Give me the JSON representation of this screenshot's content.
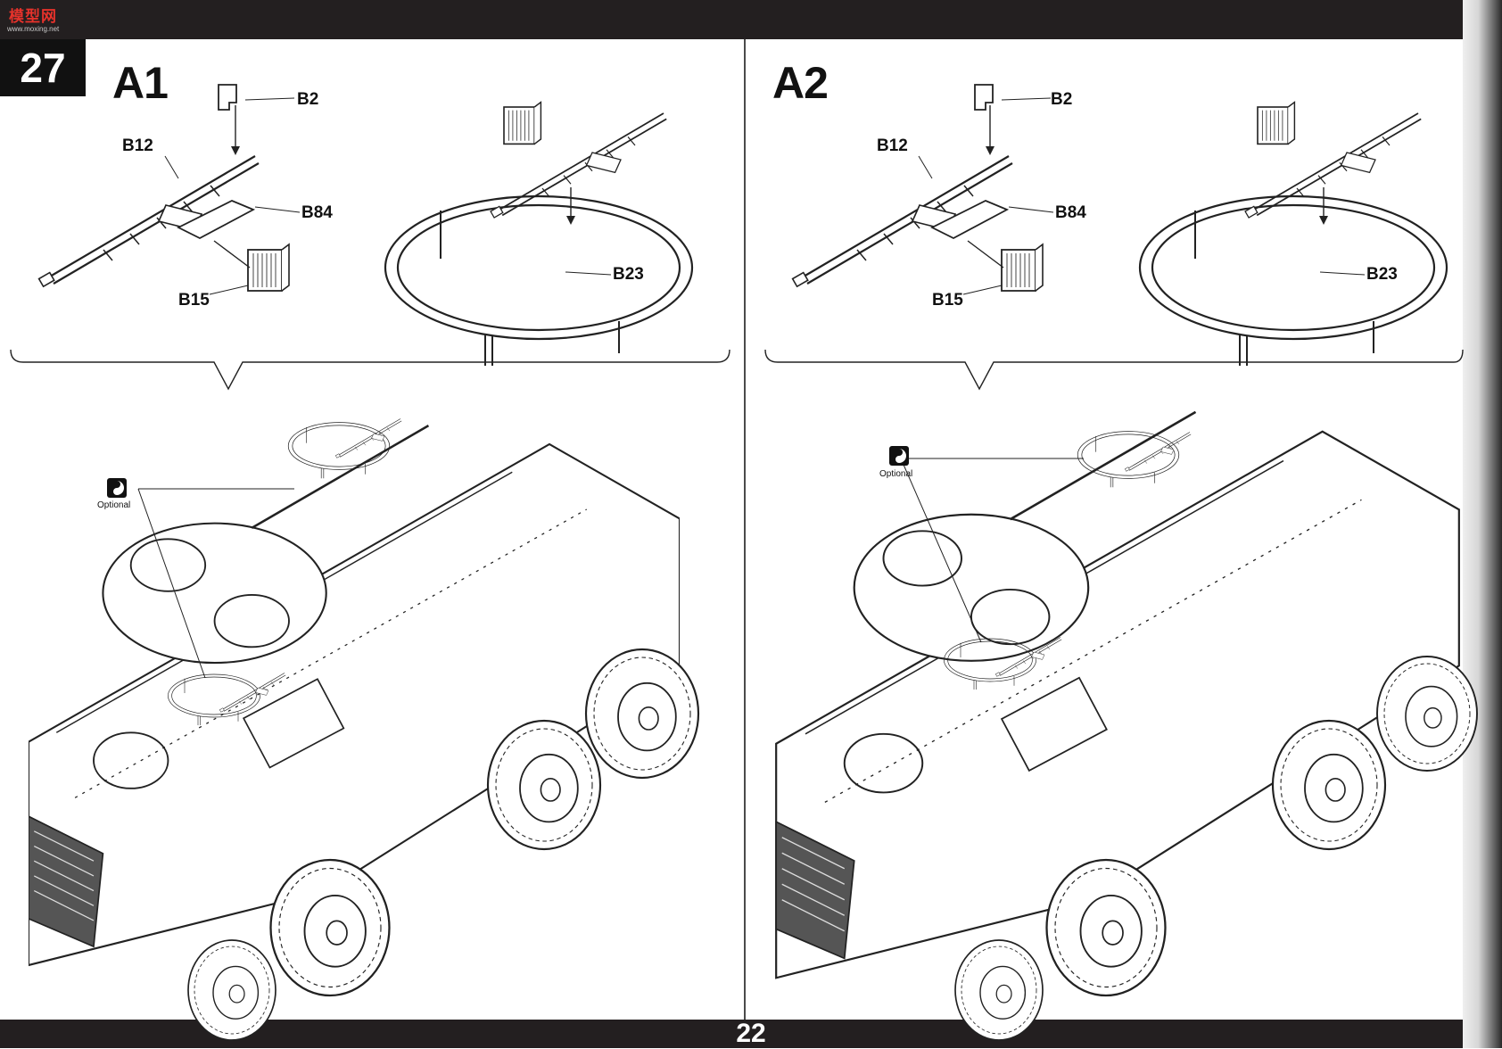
{
  "watermark": {
    "title": "模型网",
    "subtitle": "www.moxing.net"
  },
  "step_number": "27",
  "page_number": "22",
  "variants": [
    {
      "label": "A1",
      "parts": {
        "p1": "B2",
        "p2": "B12",
        "p3": "B84",
        "p4": "B15",
        "p5": "B23"
      },
      "optional_label": "Optional"
    },
    {
      "label": "A2",
      "parts": {
        "p1": "B2",
        "p2": "B12",
        "p3": "B84",
        "p4": "B15",
        "p5": "B23"
      },
      "optional_label": "Optional"
    }
  ],
  "icons": {
    "optional": "optional-symbol-icon",
    "machine_gun": "machine-gun-drawing",
    "ring_mount": "ring-mount-drawing",
    "vehicle": "armored-vehicle-drawing"
  }
}
